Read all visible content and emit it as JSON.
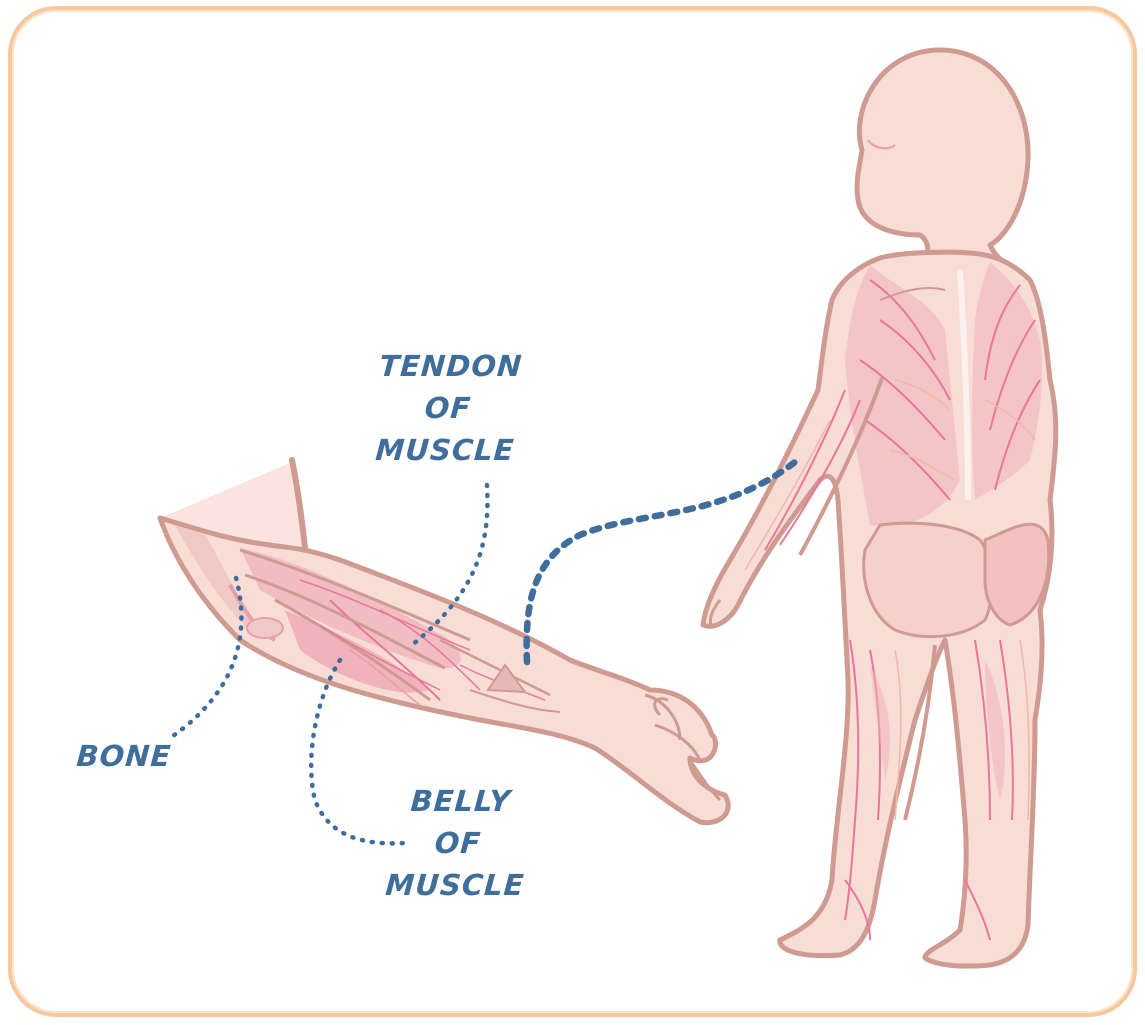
{
  "labels": {
    "tendon": [
      "TENDON",
      "OF",
      "MUSCLE"
    ],
    "bone": "BONE",
    "belly": [
      "BELLY",
      "OF",
      "MUSCLE"
    ]
  },
  "icons": {
    "arm": "forearm-muscle-illustration",
    "child": "child-muscular-system-illustration"
  },
  "colors": {
    "frame_border": "#f8c89c",
    "skin": "#f8dcd6",
    "outline": "#cf9a90",
    "muscle_line": "#e8779a",
    "muscle_fill": "#efb3bc",
    "leader_line": "#3f6d9c",
    "label_text": "#3f6d9c"
  }
}
